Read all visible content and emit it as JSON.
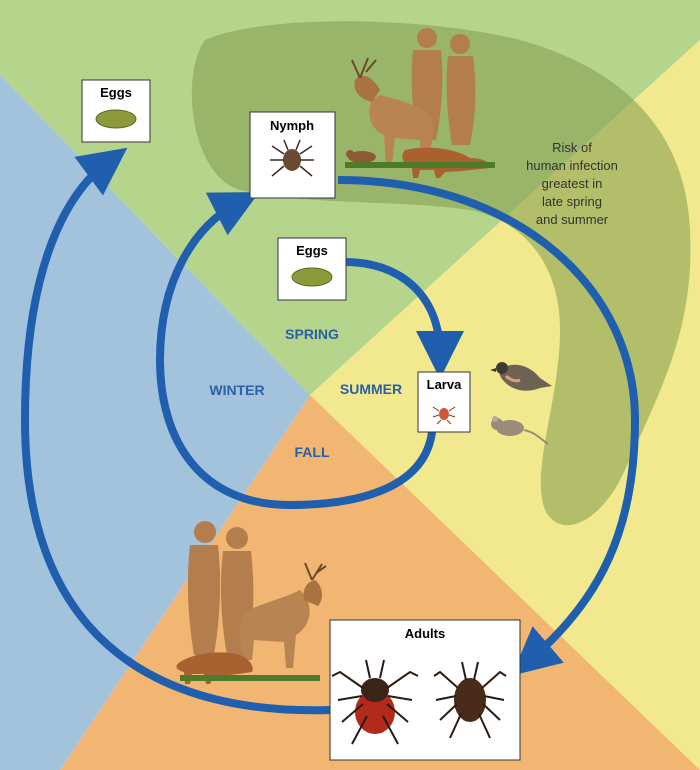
{
  "seasons": {
    "spring": "SPRING",
    "summer": "SUMMER",
    "fall": "FALL",
    "winter": "WINTER"
  },
  "stages": {
    "eggs_outer": "Eggs",
    "nymph": "Nymph",
    "eggs_inner": "Eggs",
    "larva": "Larva",
    "adults": "Adults"
  },
  "risk_note": {
    "line1": "Risk of",
    "line2": "human infection",
    "line3": "greatest  in",
    "line4": "late spring",
    "line5": "and summer"
  },
  "colors": {
    "spring": "#b6d58c",
    "summer": "#f2e98f",
    "fall": "#f0b672",
    "winter": "#a3c3dc",
    "arrow": "#1f5fae",
    "risk_zone": "#7f9a4f"
  }
}
